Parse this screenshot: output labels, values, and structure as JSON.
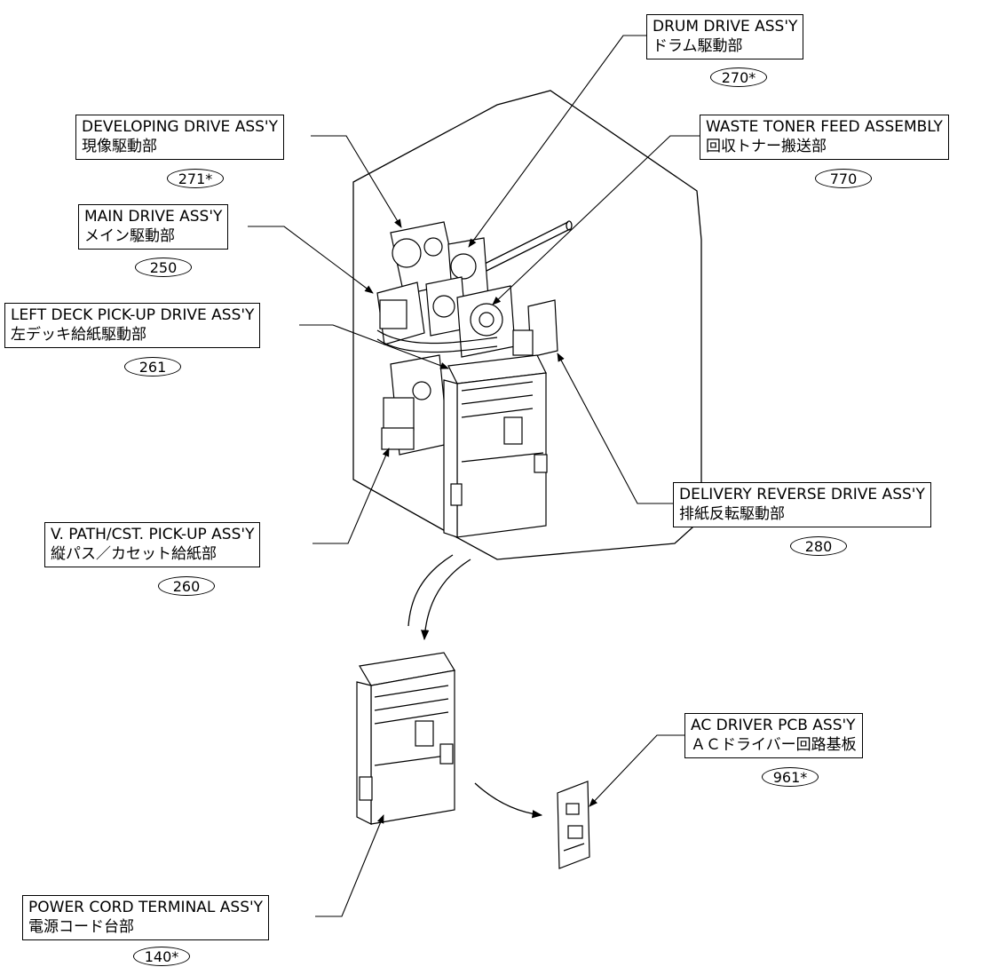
{
  "callouts": [
    {
      "id": "drum-drive",
      "title": "DRUM DRIVE ASS'Y",
      "subtitle": "ドラム駆動部",
      "number": "270*"
    },
    {
      "id": "developing-drive",
      "title": "DEVELOPING DRIVE ASS'Y",
      "subtitle": "現像駆動部",
      "number": "271*"
    },
    {
      "id": "waste-toner",
      "title": "WASTE TONER FEED ASSEMBLY",
      "subtitle": "回収トナー搬送部",
      "number": "770"
    },
    {
      "id": "main-drive",
      "title": "MAIN DRIVE ASS'Y",
      "subtitle": "メイン駆動部",
      "number": "250"
    },
    {
      "id": "left-deck",
      "title": "LEFT DECK PICK-UP DRIVE ASS'Y",
      "subtitle": "左デッキ給紙駆動部",
      "number": "261"
    },
    {
      "id": "delivery-reverse",
      "title": "DELIVERY REVERSE DRIVE ASS'Y",
      "subtitle": "排紙反転駆動部",
      "number": "280"
    },
    {
      "id": "v-path",
      "title": "V. PATH/CST. PICK-UP ASS'Y",
      "subtitle": "縦パス／カセット給紙部",
      "number": "260"
    },
    {
      "id": "ac-driver",
      "title": "AC DRIVER PCB ASS'Y",
      "subtitle": "ＡＣドライバー回路基板",
      "number": "961*"
    },
    {
      "id": "power-cord",
      "title": "POWER CORD TERMINAL ASS'Y",
      "subtitle": "電源コード台部",
      "number": "140*"
    }
  ]
}
